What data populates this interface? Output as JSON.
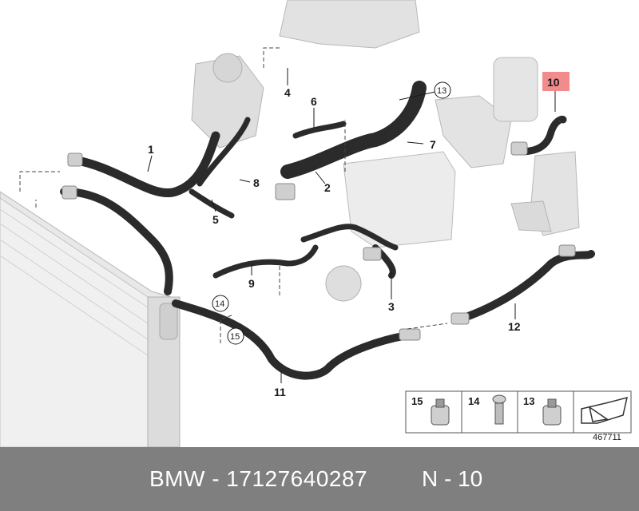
{
  "labels": {
    "l1": "1",
    "l2": "2",
    "l3": "3",
    "l4": "4",
    "l5": "5",
    "l6": "6",
    "l7": "7",
    "l8": "8",
    "l9": "9",
    "l10": "10",
    "l11": "11",
    "l12": "12",
    "l13": "13",
    "l14": "14",
    "l15": "15"
  },
  "legend": {
    "item15": "15",
    "item14": "14",
    "item13": "13",
    "diagram_number": "467711"
  },
  "footer": {
    "part_text": "BMW - 17127640287",
    "position_text": "N - 10"
  },
  "colors": {
    "highlight": "#f28b8b",
    "footer_bg": "#7f7f7f",
    "hose": "#2b2b2b",
    "component": "#d9d9d9"
  }
}
